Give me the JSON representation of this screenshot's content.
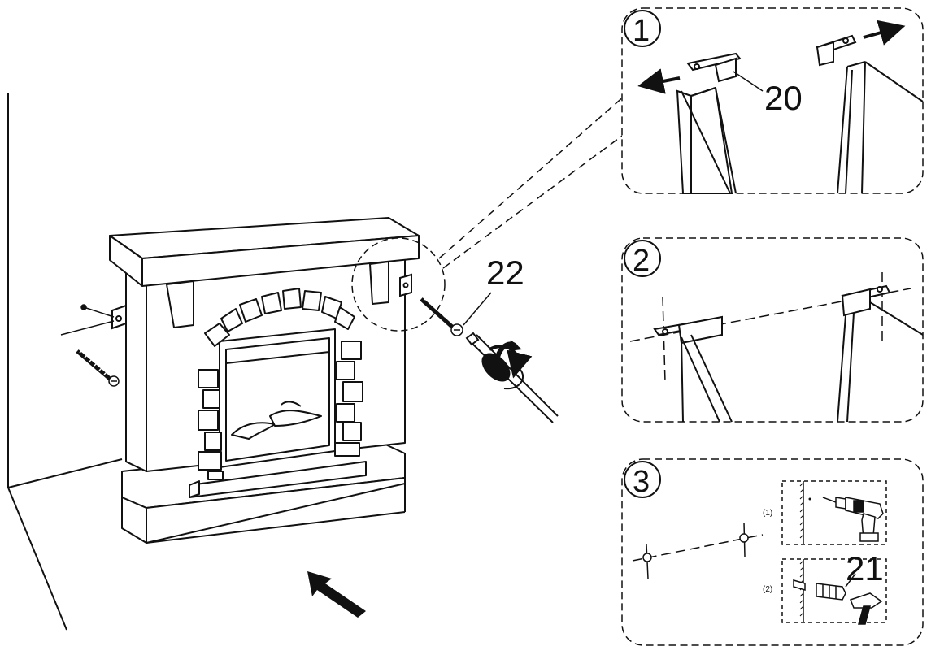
{
  "callouts": {
    "part_20": "20",
    "part_22": "22",
    "part_21": "21"
  },
  "steps": [
    {
      "number": "1"
    },
    {
      "number": "2"
    },
    {
      "number": "3",
      "sub_steps": [
        "(1)",
        "(2)"
      ]
    }
  ],
  "colors": {
    "ink": "#111111",
    "paper": "#ffffff"
  },
  "icons": [
    "wall-bracket-icon",
    "screw-icon",
    "screwdriver-icon",
    "drill-icon",
    "hammer-icon",
    "wall-plug-icon",
    "push-arrow-icon",
    "rotate-arrow-icon"
  ]
}
